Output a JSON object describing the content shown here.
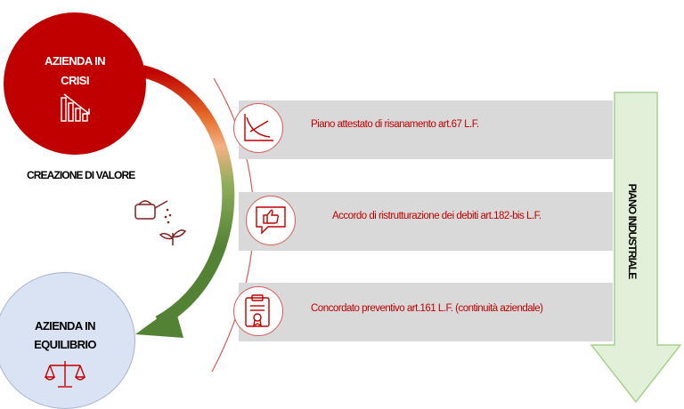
{
  "nodes": {
    "crisis": {
      "label_line1": "AZIENDA IN",
      "label_line2": "CRISI",
      "icon": "declining-bar-chart-icon"
    },
    "equilibrium": {
      "label_line1": "AZIENDA IN",
      "label_line2": "EQUILIBRIO",
      "icon": "balance-scale-icon"
    }
  },
  "center": {
    "label": "CREAZIONE DI VALORE",
    "icon": "watering-can-plant-icon"
  },
  "instruments": [
    {
      "label": "Piano attestato di risanamento art.67 L.F.",
      "icon": "decreasing-curve-chart-icon"
    },
    {
      "label": "Accordo di ristrutturazione dei debiti art.182-bis L.F.",
      "icon": "thumbs-up-speech-bubble-icon"
    },
    {
      "label": "Concordato preventivo art.161 L.F. (continuità aziendale)",
      "icon": "certificate-clipboard-icon"
    }
  ],
  "arrow": {
    "label": "PIANO INDUSTRIALE"
  },
  "colors": {
    "crisis_red": "#c00000",
    "equilibrium_blue": "#dae3f3",
    "band_grey": "#d9d9d9",
    "arrow_green": "#e2efd9",
    "curve_green": "#548235",
    "text_red": "#c00000"
  }
}
